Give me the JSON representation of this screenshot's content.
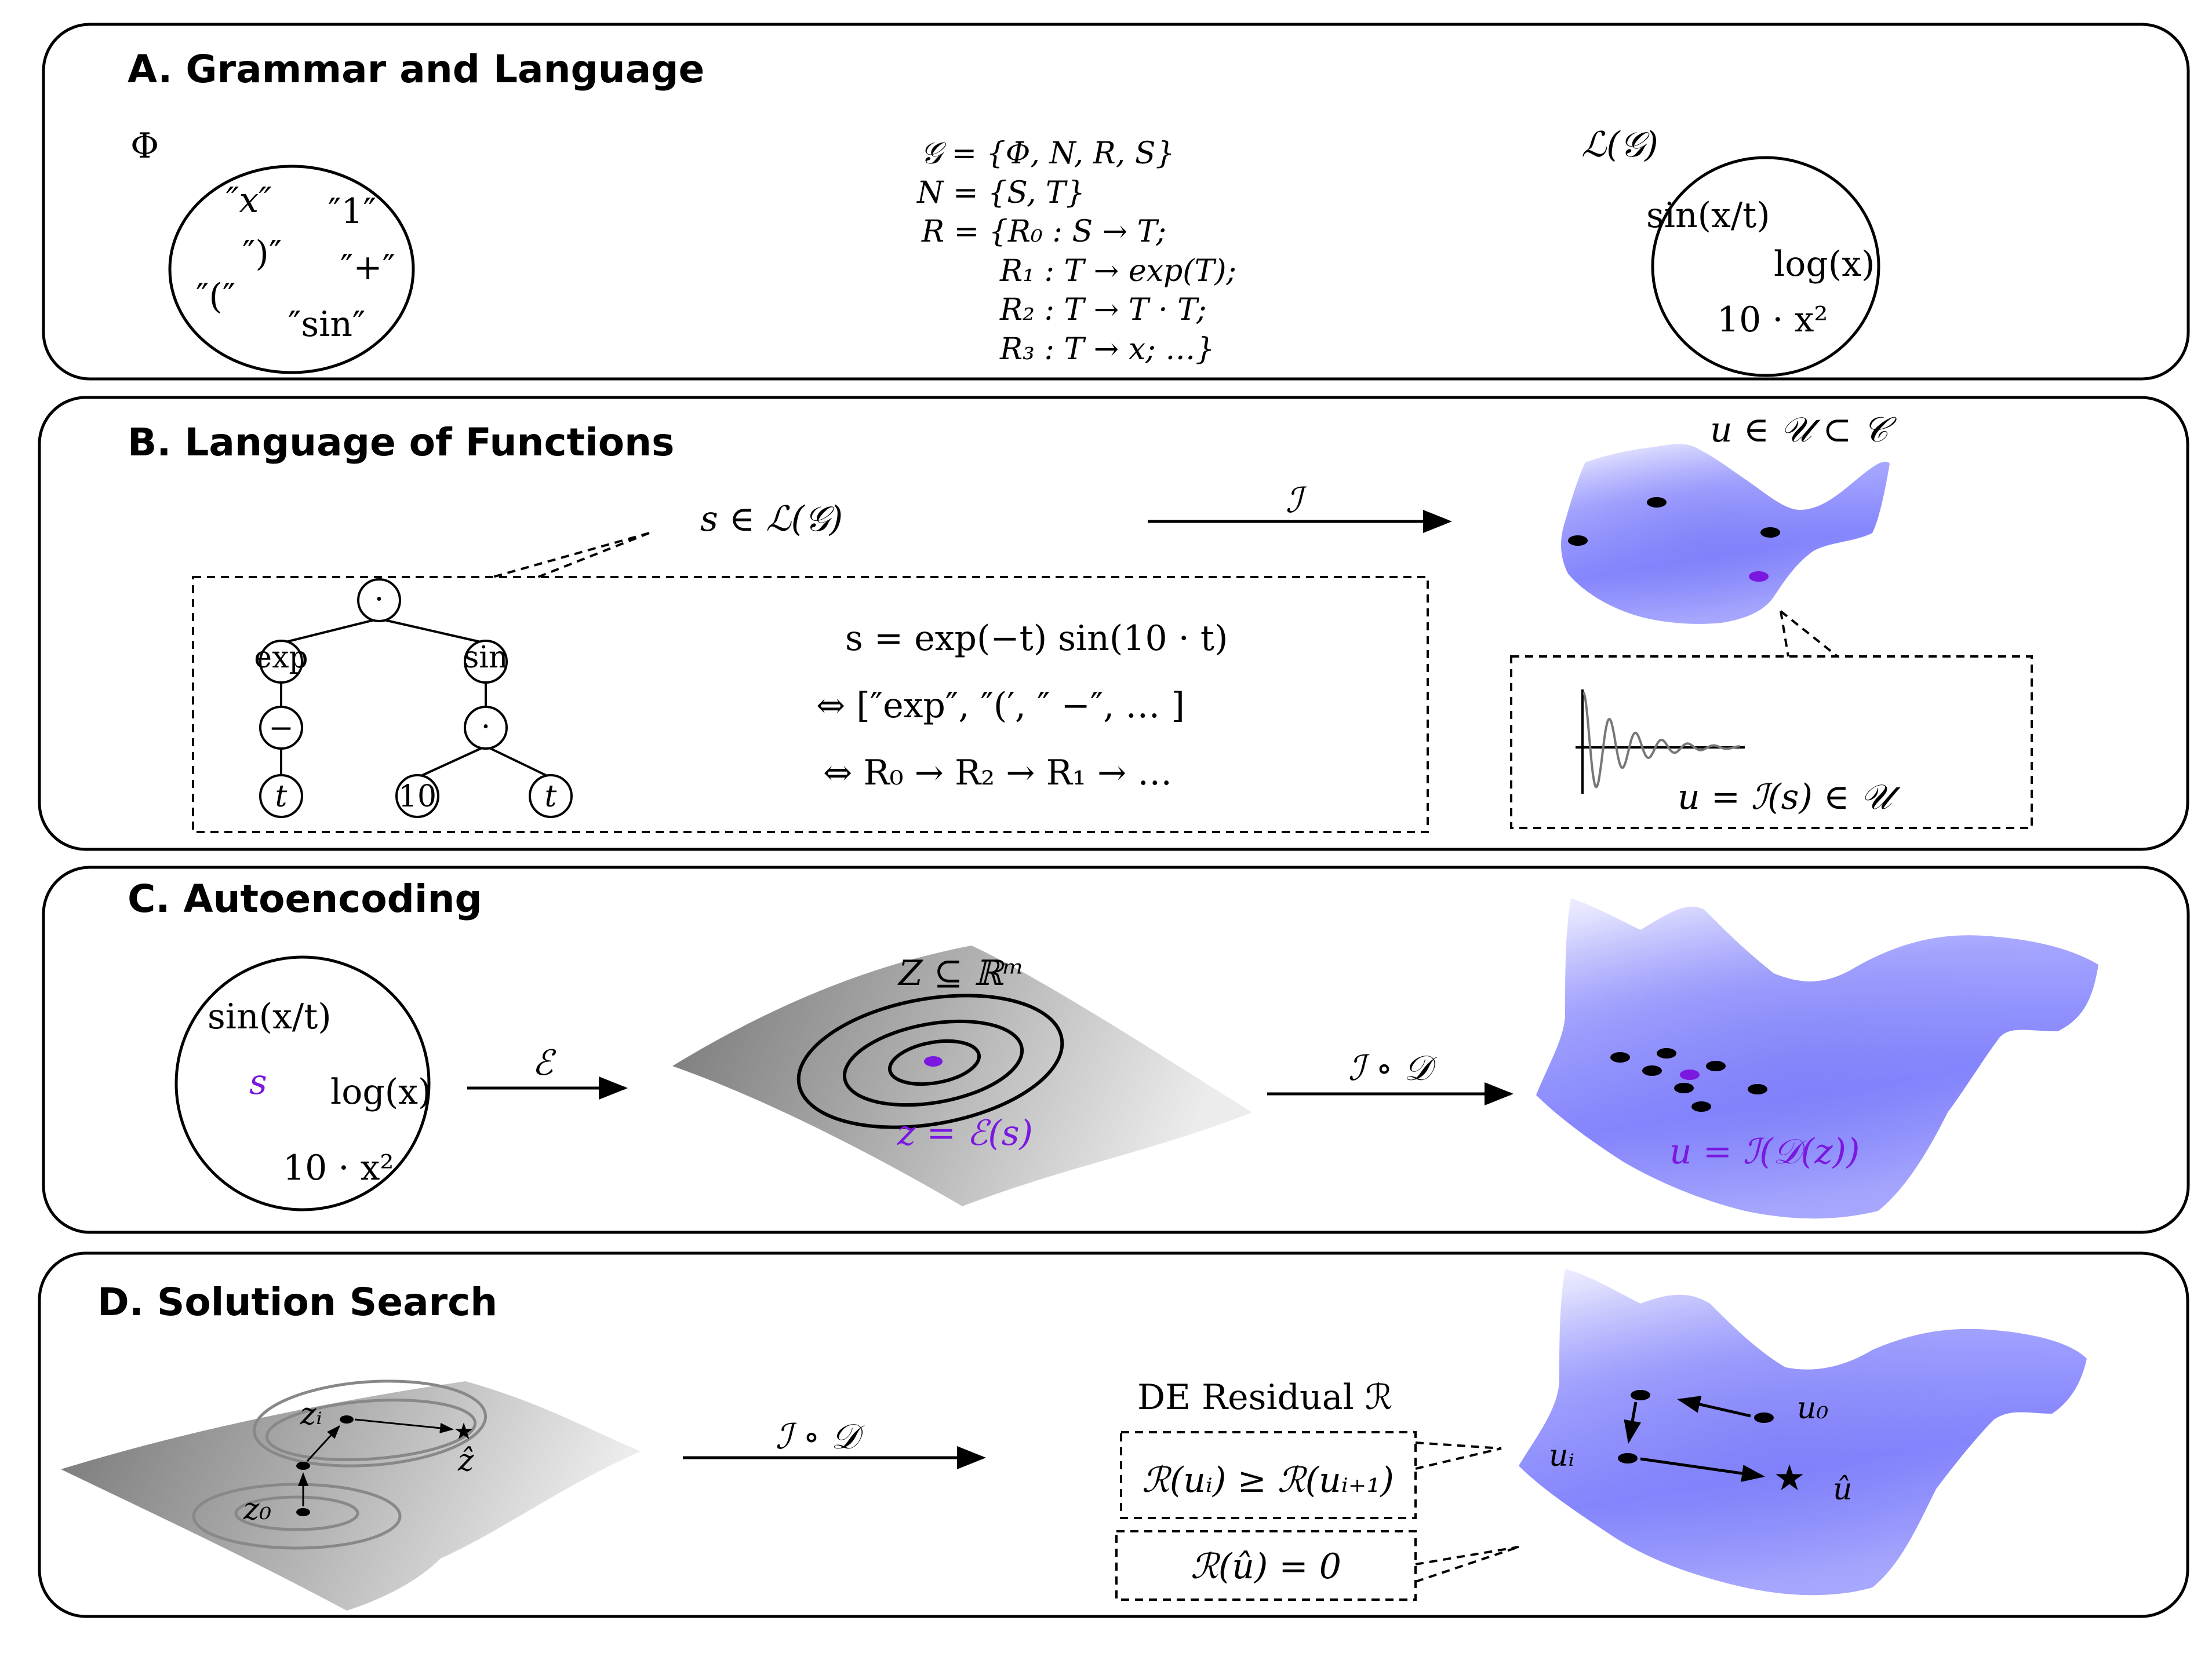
{
  "panels": {
    "a": {
      "title": "A.   Grammar and Language",
      "phi_label": "Φ",
      "symbols": [
        "″x″",
        "″1″",
        "″)″",
        "″+″",
        "″(″",
        "″sin″"
      ],
      "grammar": [
        "𝒢 = {Φ, N, R, S}",
        "N = {S, T}",
        "R = {R₀ : S → T;",
        "R₁ : T → exp(T);",
        "R₂ : T → T · T;",
        "R₃ : T → x;  …}"
      ],
      "language_label": "ℒ(𝒢)",
      "language_items": [
        "sin(x/t)",
        "log(x)",
        "10 · x²"
      ]
    },
    "b": {
      "title": "B.   Language of Functions",
      "string_label": "s ∈ ℒ(𝒢)",
      "arrow_label": "ℐ",
      "space_label": "u ∈ 𝒰 ⊂ 𝒞",
      "tree_nodes": [
        "·",
        "exp",
        "sin",
        "−",
        "·",
        "t",
        "10",
        "t"
      ],
      "equations": [
        "s = exp(−t) sin(10 · t)",
        "⇔ [″exp″, ″(′, ″ −″, … ]",
        "⇔ R₀ → R₂ → R₁ → …"
      ],
      "function_label": "u = ℐ(s) ∈ 𝒰"
    },
    "c": {
      "title": "C.   Autoencoding",
      "items": [
        "sin(x/t)",
        "log(x)",
        "10 · x²"
      ],
      "s_label": "s",
      "encoder_label": "ℰ",
      "latent_label": "Z ⊆ ℝᵐ",
      "z_label": "z = ℰ(s)",
      "decoder_label": "ℐ ∘ 𝒟",
      "u_label": "u = ℐ(𝒟(z))"
    },
    "d": {
      "title": "D.   Solution Search",
      "zi_label": "zᵢ",
      "z0_label": "z₀",
      "zhat_label": "ẑ",
      "decoder_label": "ℐ ∘ 𝒟",
      "residual_title": "DE Residual ℛ",
      "residual_1": "ℛ(uᵢ) ≥ ℛ(uᵢ₊₁)",
      "residual_2": "ℛ(û) = 0",
      "u0_label": "u₀",
      "ui_label": "uᵢ",
      "uhat_label": "û"
    }
  },
  "colors": {
    "accent_purple": "#7a18e0",
    "surface_blue": "#8c8cff",
    "plane_gray": "#999999"
  }
}
